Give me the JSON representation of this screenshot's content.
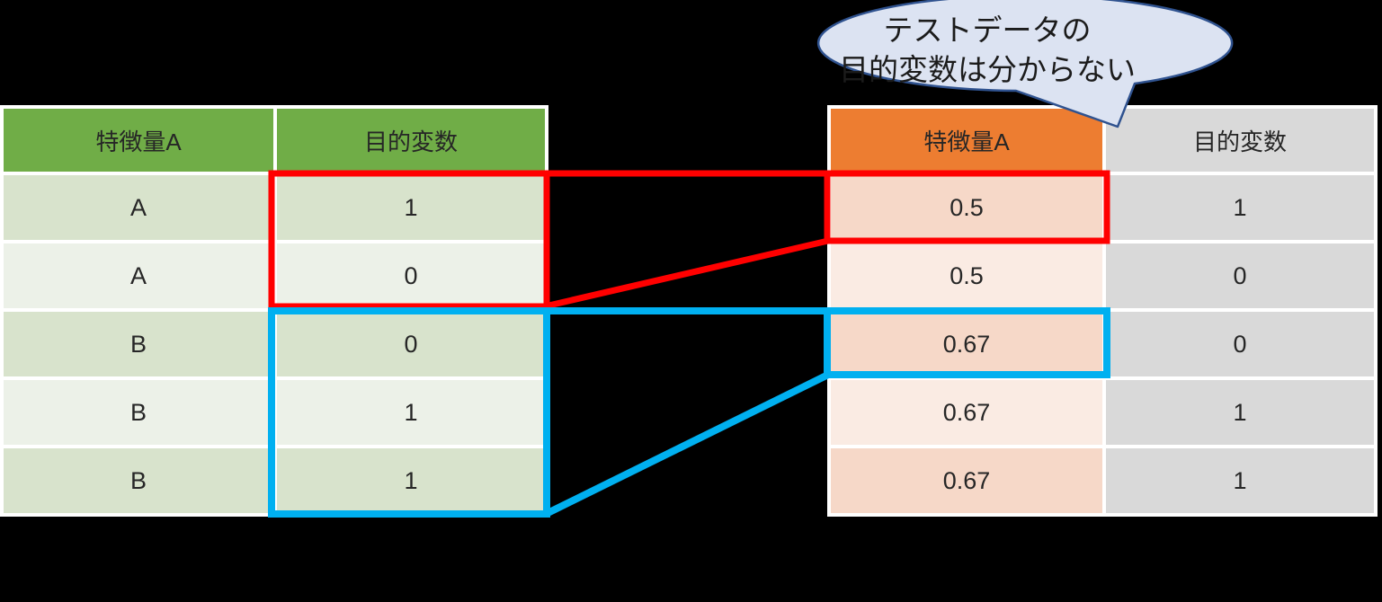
{
  "slide": {
    "background_color": "#000000"
  },
  "callout": {
    "text_line1": "テストデータの",
    "text_line2": "目的変数は分からない",
    "fill_color": "#DCE3F2",
    "border_color": "#2F528F"
  },
  "left_table": {
    "headers": [
      "特徴量A",
      "目的変数"
    ],
    "header_fill": "#70AD47",
    "row_fill_odd": "#D8E3CC",
    "row_fill_even": "#ECF1E8",
    "rows": [
      {
        "feature": "A",
        "target": "1"
      },
      {
        "feature": "A",
        "target": "0"
      },
      {
        "feature": "B",
        "target": "0"
      },
      {
        "feature": "B",
        "target": "1"
      },
      {
        "feature": "B",
        "target": "1"
      }
    ]
  },
  "right_table": {
    "headers": [
      "特徴量A",
      "目的変数"
    ],
    "feature_header_fill": "#ED7D31",
    "target_header_fill": "#D9D9D9",
    "feature_fill_odd": "#F6D8C8",
    "feature_fill_even": "#FAEBE3",
    "target_fill": "#D9D9D9",
    "rows": [
      {
        "feature": "0.5",
        "target": "1"
      },
      {
        "feature": "0.5",
        "target": "0"
      },
      {
        "feature": "0.67",
        "target": "0"
      },
      {
        "feature": "0.67",
        "target": "1"
      },
      {
        "feature": "0.67",
        "target": "1"
      }
    ]
  },
  "annotations": {
    "red_highlight_color": "#FF0000",
    "blue_highlight_color": "#00B0F0"
  }
}
